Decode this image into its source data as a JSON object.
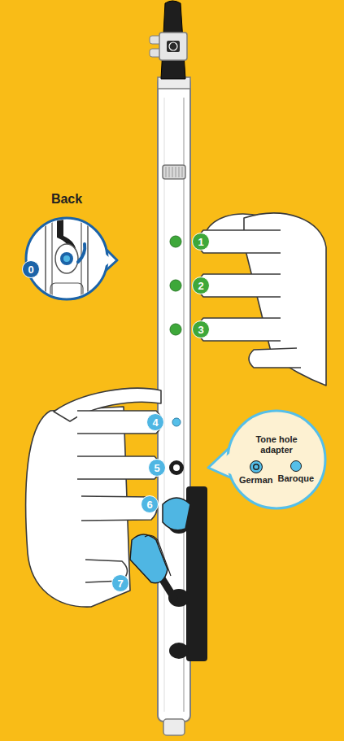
{
  "diagram": {
    "nodes": [
      {
        "text": [
          "Back"
        ]
      },
      {
        "text": [
          "Tone hole adapter",
          "German",
          "Baroque"
        ]
      }
    ],
    "labels": [
      "0",
      "1",
      "2",
      "3",
      "4",
      "5",
      "6",
      "7"
    ]
  }
}
